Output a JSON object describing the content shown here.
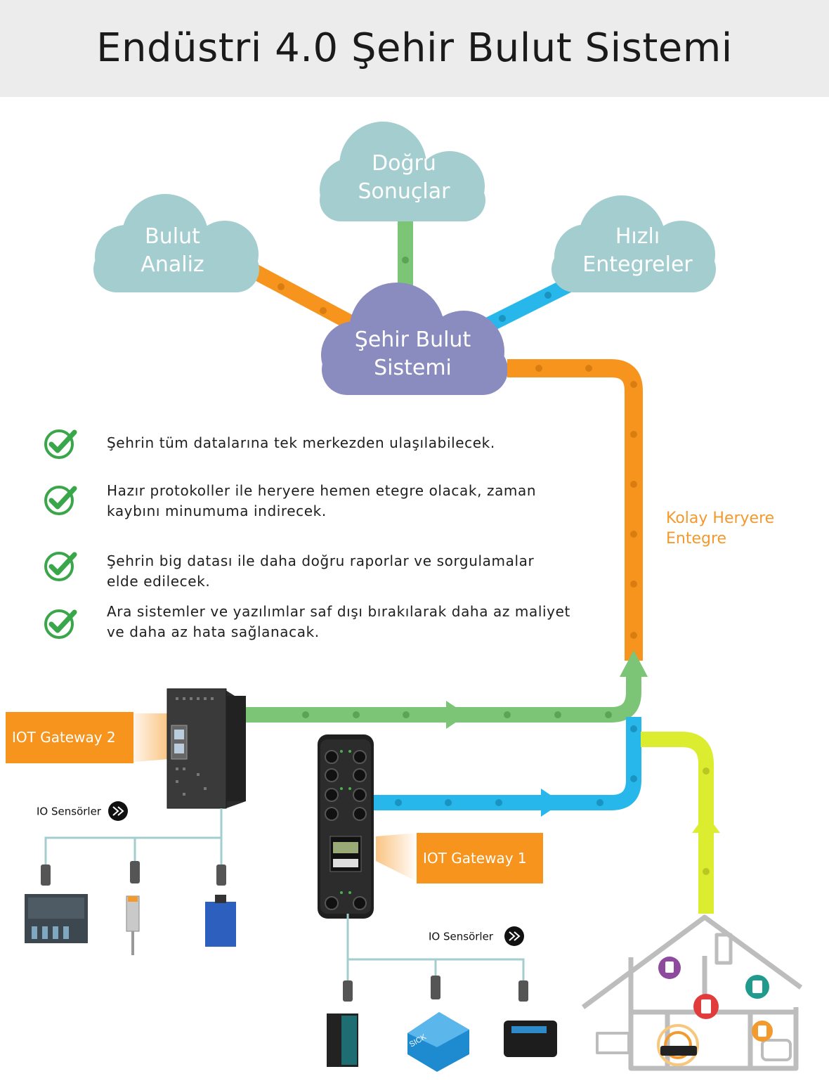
{
  "title": "Endüstri 4.0 Şehir Bulut Sistemi",
  "clouds": {
    "top": {
      "line1": "Doğru",
      "line2": "Sonuçlar"
    },
    "left": {
      "line1": "Bulut",
      "line2": "Analiz"
    },
    "right": {
      "line1": "Hızlı",
      "line2": "Entegreler"
    },
    "center": {
      "line1": "Şehir Bulut",
      "line2": "Sistemi"
    }
  },
  "benefits": [
    {
      "text": "Şehrin tüm datalarına tek merkezden ulaşılabilecek."
    },
    {
      "text": "Hazır protokoller ile heryere hemen etegre olacak, zaman\nkaybını minumuma indirecek."
    },
    {
      "text": "Şehrin big datası ile daha doğru raporlar ve sorgulamalar\nelde edilecek."
    },
    {
      "text": "Ara sistemler ve yazılımlar  saf dışı bırakılarak daha az maliyet\nve daha az hata sağlanacak."
    }
  ],
  "integration_label": {
    "line1": "Kolay Heryere",
    "line2": "Entegre"
  },
  "gateways": {
    "gw2": "IOT Gateway 2",
    "gw1": "IOT Gateway 1"
  },
  "sensors": {
    "left": "IO  Sensörler",
    "bottom": "IO  Sensörler",
    "sick_brand": "SICK"
  },
  "colors": {
    "cloud_teal": "#a3cdcf",
    "cloud_purple": "#8a8bbf",
    "orange": "#f7941d",
    "green": "#7cc576",
    "blue": "#27b7ea",
    "lime": "#dced2f",
    "check_green": "#3aa64a",
    "house_gray": "#bdbdbd"
  }
}
